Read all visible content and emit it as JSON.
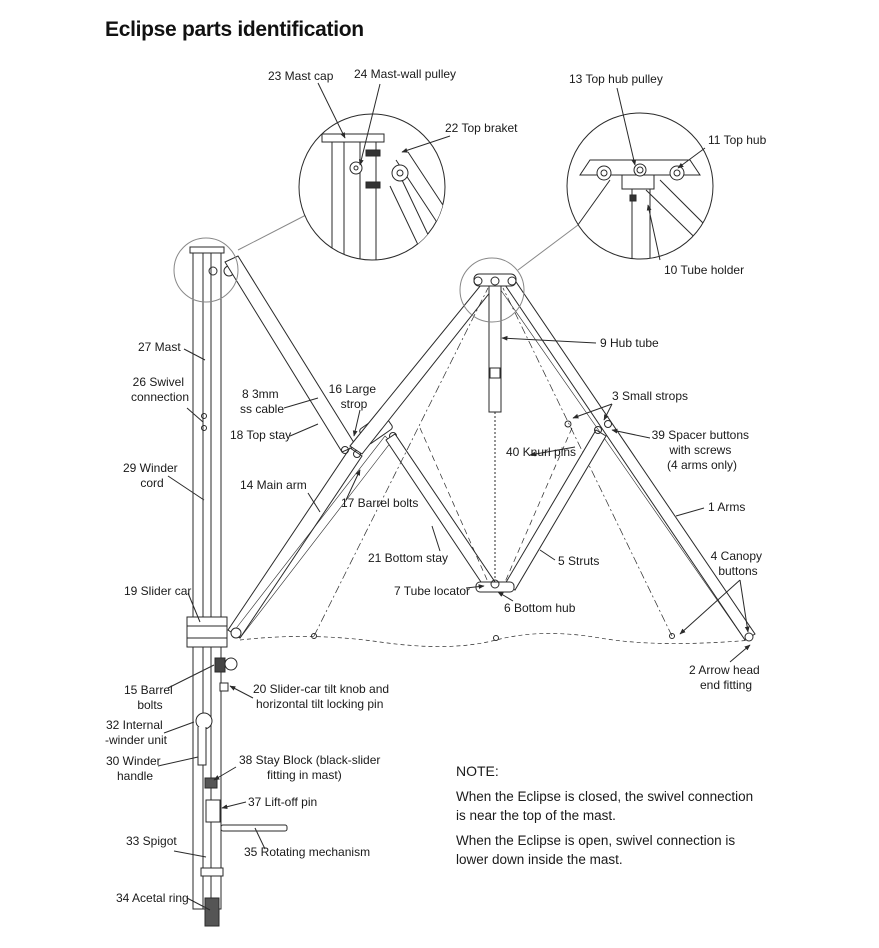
{
  "title": "Eclipse parts identification",
  "labels": {
    "mast_cap": "23 Mast cap",
    "mast_wall_pulley": "24 Mast-wall pulley",
    "top_braket": "22 Top braket",
    "top_hub_pulley": "13 Top hub pulley",
    "top_hub": "11 Top hub",
    "tube_holder": "10 Tube holder",
    "hub_tube": "9 Hub tube",
    "mast": "27 Mast",
    "swivel_connection": [
      "26 Swivel",
      "connection"
    ],
    "ss_cable": [
      "8 3mm",
      "ss cable"
    ],
    "large_strop": [
      "16 Large",
      "strop"
    ],
    "top_stay": "18 Top stay",
    "small_strops": "3 Small strops",
    "spacer_buttons": [
      "39 Spacer buttons",
      "with screws",
      "(4 arms only)"
    ],
    "knurl_pins": "40 Knurl pins",
    "winder_cord": [
      "29 Winder",
      "cord"
    ],
    "main_arm": "14 Main arm",
    "barrel_bolts_17": "17 Barrel bolts",
    "arms": "1 Arms",
    "bottom_stay": "21 Bottom stay",
    "struts": "5 Struts",
    "canopy_buttons": [
      "4 Canopy",
      "buttons"
    ],
    "slider_car": "19 Slider car",
    "tube_locator": "7 Tube locator",
    "bottom_hub": "6 Bottom hub",
    "arrow_head": [
      "2 Arrow head",
      "end fitting"
    ],
    "barrel_bolts_15": [
      "15 Barrel",
      "bolts"
    ],
    "tilt_knob": [
      "20 Slider-car tilt knob and",
      "horizontal tilt locking pin"
    ],
    "internal_winder": [
      "32 Internal",
      "-winder unit"
    ],
    "winder_handle": [
      "30 Winder",
      "handle"
    ],
    "stay_block": [
      "38 Stay Block (black-slider",
      "fitting in mast)"
    ],
    "lift_off_pin": "37 Lift-off pin",
    "spigot": "33 Spigot",
    "rotating_mechanism": "35 Rotating mechanism",
    "acetal_ring": "34 Acetal ring"
  },
  "note": {
    "heading": "NOTE:",
    "closed": "When the Eclipse is closed, the swivel connection is near the top of the mast.",
    "open": "When the Eclipse is open, swivel connection is lower down inside the mast."
  },
  "colors": {
    "line": "#2a2a2a",
    "text": "#1a1a1a",
    "background": "#ffffff"
  }
}
